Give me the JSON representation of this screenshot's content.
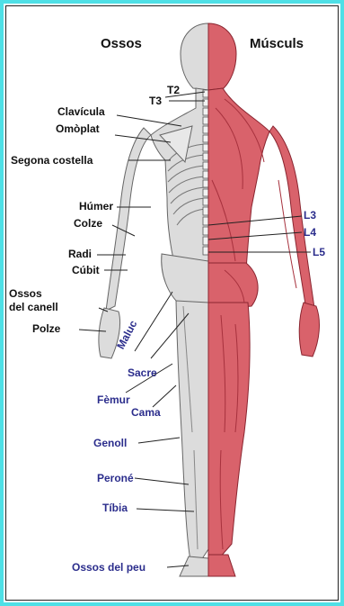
{
  "headings": {
    "bones": "Ossos",
    "muscles": "Músculs"
  },
  "labels": {
    "t2": "T2",
    "t3": "T3",
    "clavicula": "Clavícula",
    "omoplat": "Omòplat",
    "segona_costella": "Segona costella",
    "humer": "Húmer",
    "colze": "Colze",
    "radi": "Radi",
    "cubit": "Cúbit",
    "ossos_canell_1": "Ossos",
    "ossos_canell_2": "del canell",
    "polze": "Polze",
    "l3": "L3",
    "l4": "L4",
    "l5": "L5",
    "maluc": "Maluc",
    "sacre": "Sacre",
    "femur": "Fèmur",
    "cama": "Cama",
    "genoll": "Genoll",
    "perone": "Peroné",
    "tibia": "Tíbia",
    "ossos_peu": "Ossos del peu"
  },
  "colors": {
    "frame": "#4fe0e6",
    "bone_fill": "#dcdcdc",
    "muscle_fill": "#d9626b",
    "muscle_dark": "#b03a45",
    "label_dark": "#111111",
    "label_blue": "#2b2d8c"
  }
}
